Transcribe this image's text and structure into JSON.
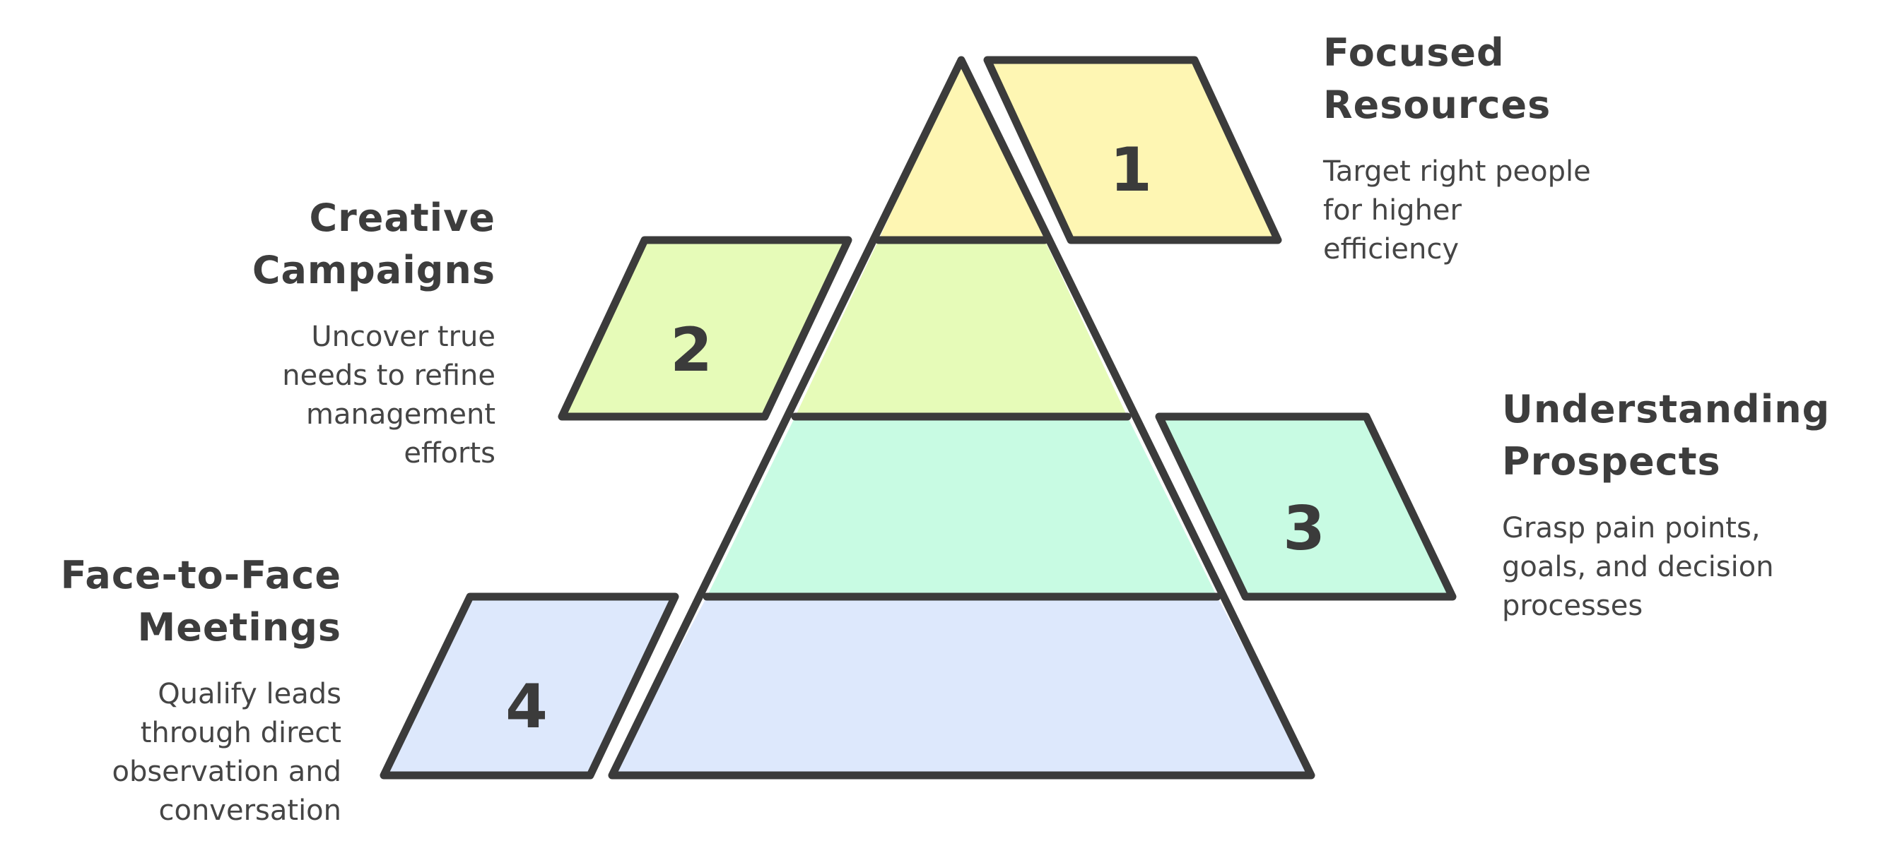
{
  "colors": {
    "outline": "#3b3b3b",
    "tier1": "#fef6b3",
    "tier2": "#e6fbb8",
    "tier3": "#c8fbe3",
    "tier4": "#dde8fc"
  },
  "tiers": [
    {
      "number": "1",
      "title_lines": [
        "Focused",
        "Resources"
      ],
      "desc_lines": [
        "Target right people",
        "for higher",
        "efficiency"
      ]
    },
    {
      "number": "2",
      "title_lines": [
        "Creative",
        "Campaigns"
      ],
      "desc_lines": [
        "Uncover true",
        "needs to refine",
        "management",
        "efforts"
      ]
    },
    {
      "number": "3",
      "title_lines": [
        "Understanding",
        "Prospects"
      ],
      "desc_lines": [
        "Grasp pain points,",
        "goals, and decision",
        "processes"
      ]
    },
    {
      "number": "4",
      "title_lines": [
        "Face-to-Face",
        "Meetings"
      ],
      "desc_lines": [
        "Qualify leads",
        "through direct",
        "observation and",
        "conversation"
      ]
    }
  ]
}
